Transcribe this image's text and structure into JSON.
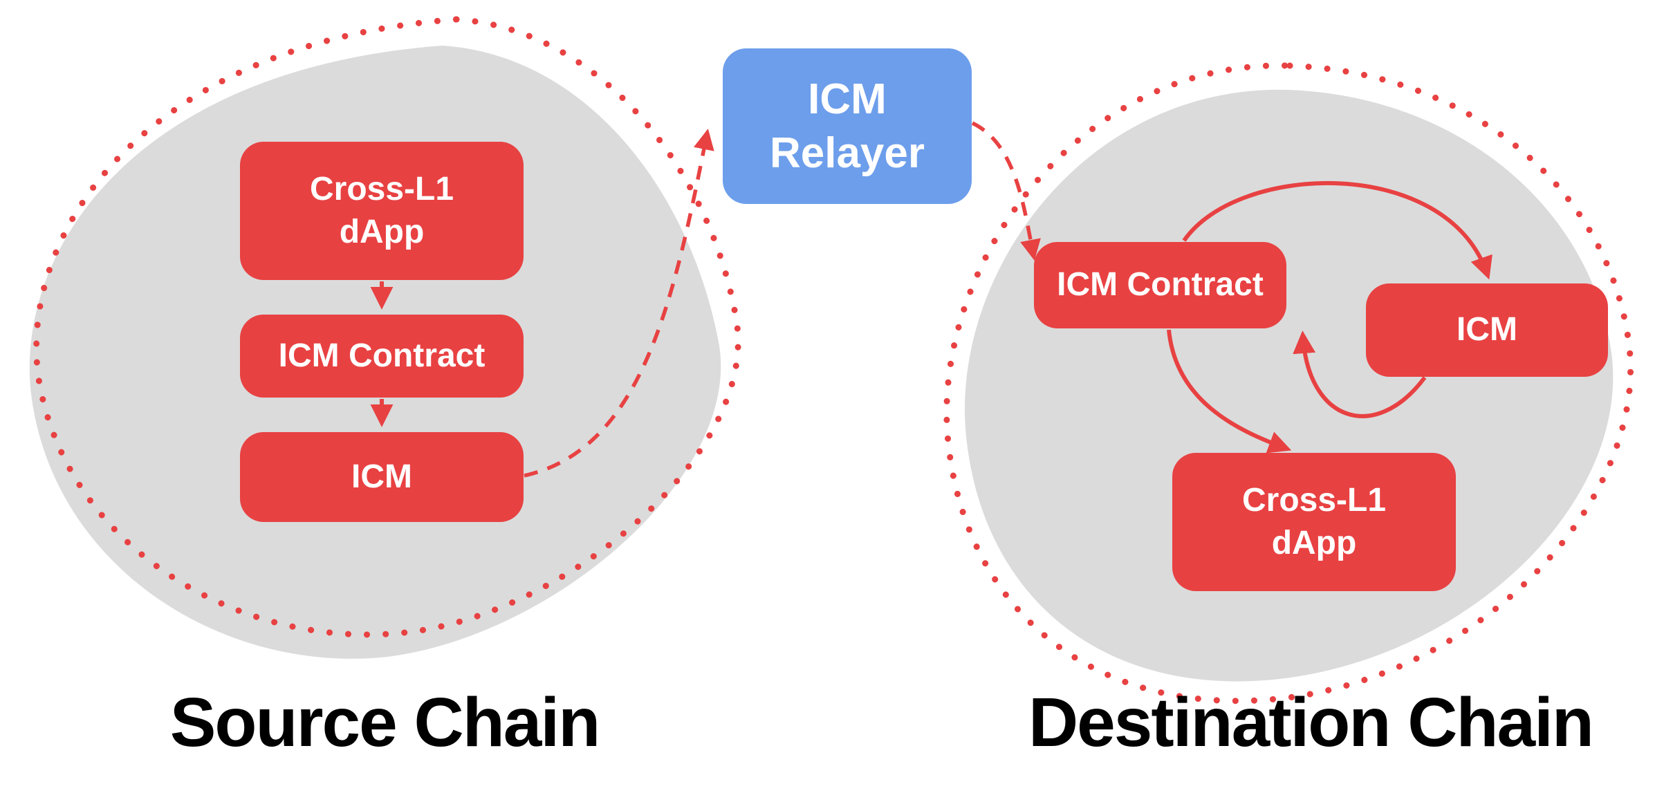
{
  "colors": {
    "box-red": "#E84142",
    "relayer-blue": "#6D9EEB",
    "blob-gray": "#DBDBDB",
    "arrow-red": "#E84142",
    "label-black": "#000000"
  },
  "source_chain": {
    "title": "Source Chain",
    "dapp_label": "Cross-L1\ndApp",
    "contract_label": "ICM Contract",
    "icm_label": "ICM"
  },
  "relayer": {
    "label": "ICM\nRelayer"
  },
  "destination_chain": {
    "title": "Destination Chain",
    "contract_label": "ICM Contract",
    "icm_label": "ICM",
    "dapp_label": "Cross-L1\ndApp"
  }
}
